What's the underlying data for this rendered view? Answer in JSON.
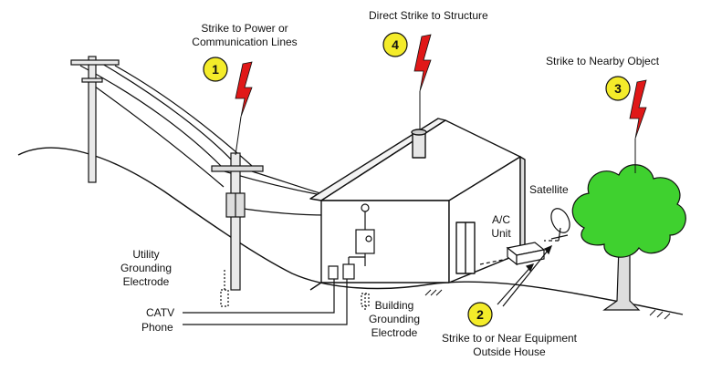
{
  "colors": {
    "lightning": "#e01818",
    "badge_fill": "#f4ec2a",
    "tree_foliage": "#3fd12f",
    "line": "#111111",
    "house_fill": "#ffffff"
  },
  "strikes": [
    {
      "number": "1",
      "label": [
        "Strike to Power or",
        "Communication Lines"
      ]
    },
    {
      "number": "4",
      "label": [
        "Direct Strike to Structure"
      ]
    },
    {
      "number": "3",
      "label": [
        "Strike to Nearby Object"
      ]
    },
    {
      "number": "2",
      "label": [
        "Strike to or Near Equipment",
        "Outside House"
      ]
    }
  ],
  "labels": {
    "satellite": "Satellite",
    "ac_unit": [
      "A/C",
      "Unit"
    ],
    "utility_grounding": [
      "Utility",
      "Grounding",
      "Electrode"
    ],
    "catv": "CATV",
    "phone": "Phone",
    "building_grounding": [
      "Building",
      "Grounding",
      "Electrode"
    ]
  }
}
